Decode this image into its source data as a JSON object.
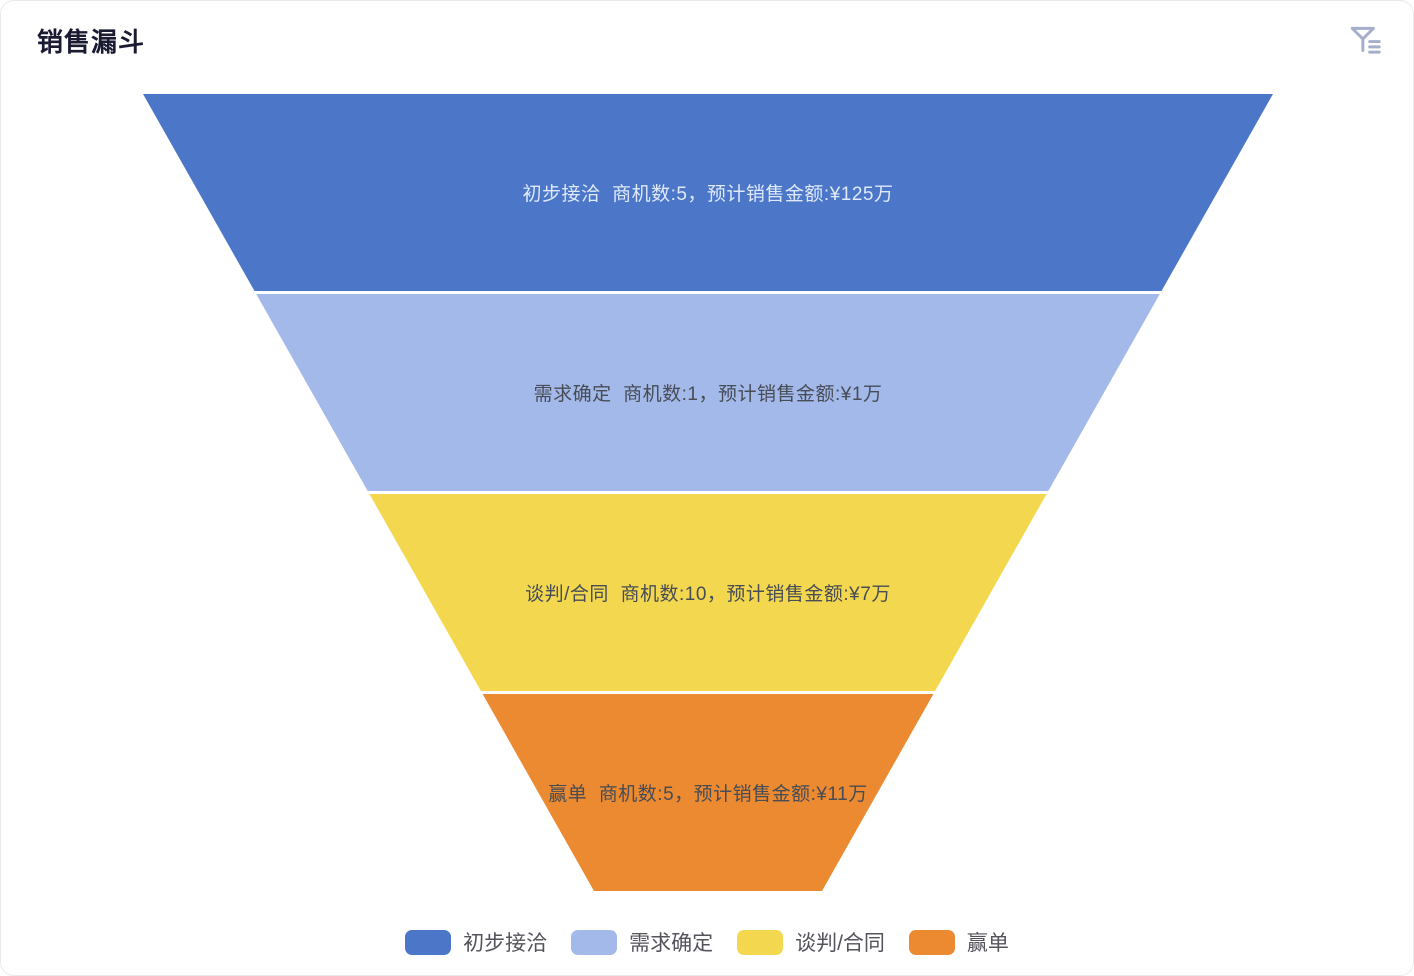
{
  "header": {
    "title": "销售漏斗",
    "filter_icon": "funnel-filter-icon",
    "filter_icon_color": "#A6AECB"
  },
  "chart_data": {
    "type": "funnel",
    "title": "销售漏斗",
    "orientation": "descending",
    "legend_position": "bottom",
    "stages": [
      {
        "name": "初步接洽",
        "opportunity_count": 5,
        "expected_amount": "¥125万",
        "label": "初步接洽  商机数:5，预计销售金额:¥125万",
        "color": "#4C77C9",
        "label_color": "#DFE9FA"
      },
      {
        "name": "需求确定",
        "opportunity_count": 1,
        "expected_amount": "¥1万",
        "label": "需求确定  商机数:1，预计销售金额:¥1万",
        "color": "#A3B9EA",
        "label_color": "#474C55"
      },
      {
        "name": "谈判/合同",
        "opportunity_count": 10,
        "expected_amount": "¥7万",
        "label": "谈判/合同  商机数:10，预计销售金额:¥7万",
        "color": "#F3D84F",
        "label_color": "#474C55"
      },
      {
        "name": "赢单",
        "opportunity_count": 5,
        "expected_amount": "¥11万",
        "label": "赢单  商机数:5，预计销售金额:¥11万",
        "color": "#EB8A31",
        "label_color": "#474C55"
      }
    ],
    "legend": [
      "初步接洽",
      "需求确定",
      "谈判/合同",
      "赢单"
    ]
  }
}
